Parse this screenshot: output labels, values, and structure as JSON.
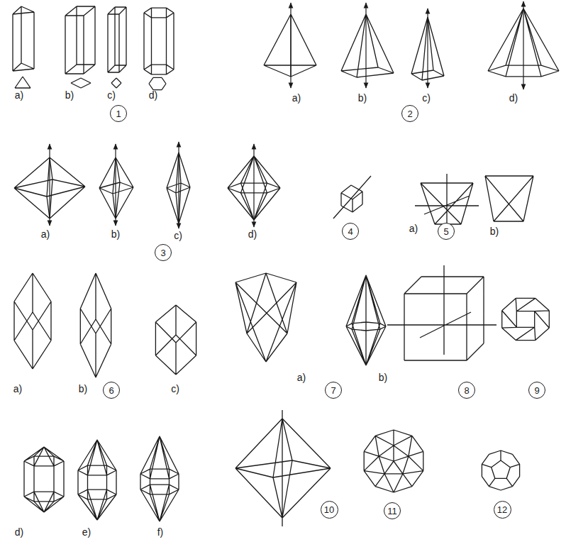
{
  "diagram": {
    "nodes": [
      {
        "text": [
          "1"
        ]
      },
      {
        "text": [
          "2"
        ]
      },
      {
        "text": [
          "3"
        ]
      },
      {
        "text": [
          "4"
        ]
      },
      {
        "text": [
          "5"
        ]
      },
      {
        "text": [
          "6"
        ]
      },
      {
        "text": [
          "7"
        ]
      },
      {
        "text": [
          "8"
        ]
      },
      {
        "text": [
          "9"
        ]
      },
      {
        "text": [
          "10"
        ]
      },
      {
        "text": [
          "11"
        ]
      },
      {
        "text": [
          "12"
        ]
      }
    ],
    "labels": [
      "a)",
      "b)",
      "c)",
      "d)",
      "a)",
      "b)",
      "c)",
      "d)",
      "a)",
      "b)",
      "c)",
      "d)",
      "a)",
      "b)",
      "a)",
      "b)",
      "c)",
      "a)",
      "b)",
      "d)",
      "e)",
      "f)"
    ]
  }
}
